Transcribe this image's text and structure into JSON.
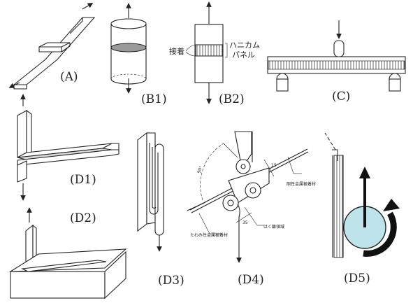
{
  "labels": {
    "A": "(A)",
    "B1": "(B1)",
    "B2": "(B2)",
    "C": "(C)",
    "D1": "(D1)",
    "D2": "(D2)",
    "D3": "(D3)",
    "D4": "(D4)",
    "D5": "(D5)"
  },
  "b2": {
    "adhesive": "接着",
    "honeycomb_line1": "ハニカム",
    "honeycomb_line2": "パネル"
  },
  "d4": {
    "angle": "90°",
    "dim_15": "15",
    "dim_35": "35",
    "rigid_adherend": "剛性金属被着材",
    "peel_area": "はく離領域",
    "flexible_adherend": "たわみ性金属被着材"
  },
  "colors": {
    "stroke": "#222222",
    "adhesive_gray": "#999999",
    "cylinder_fill": "#bfe3ea"
  }
}
